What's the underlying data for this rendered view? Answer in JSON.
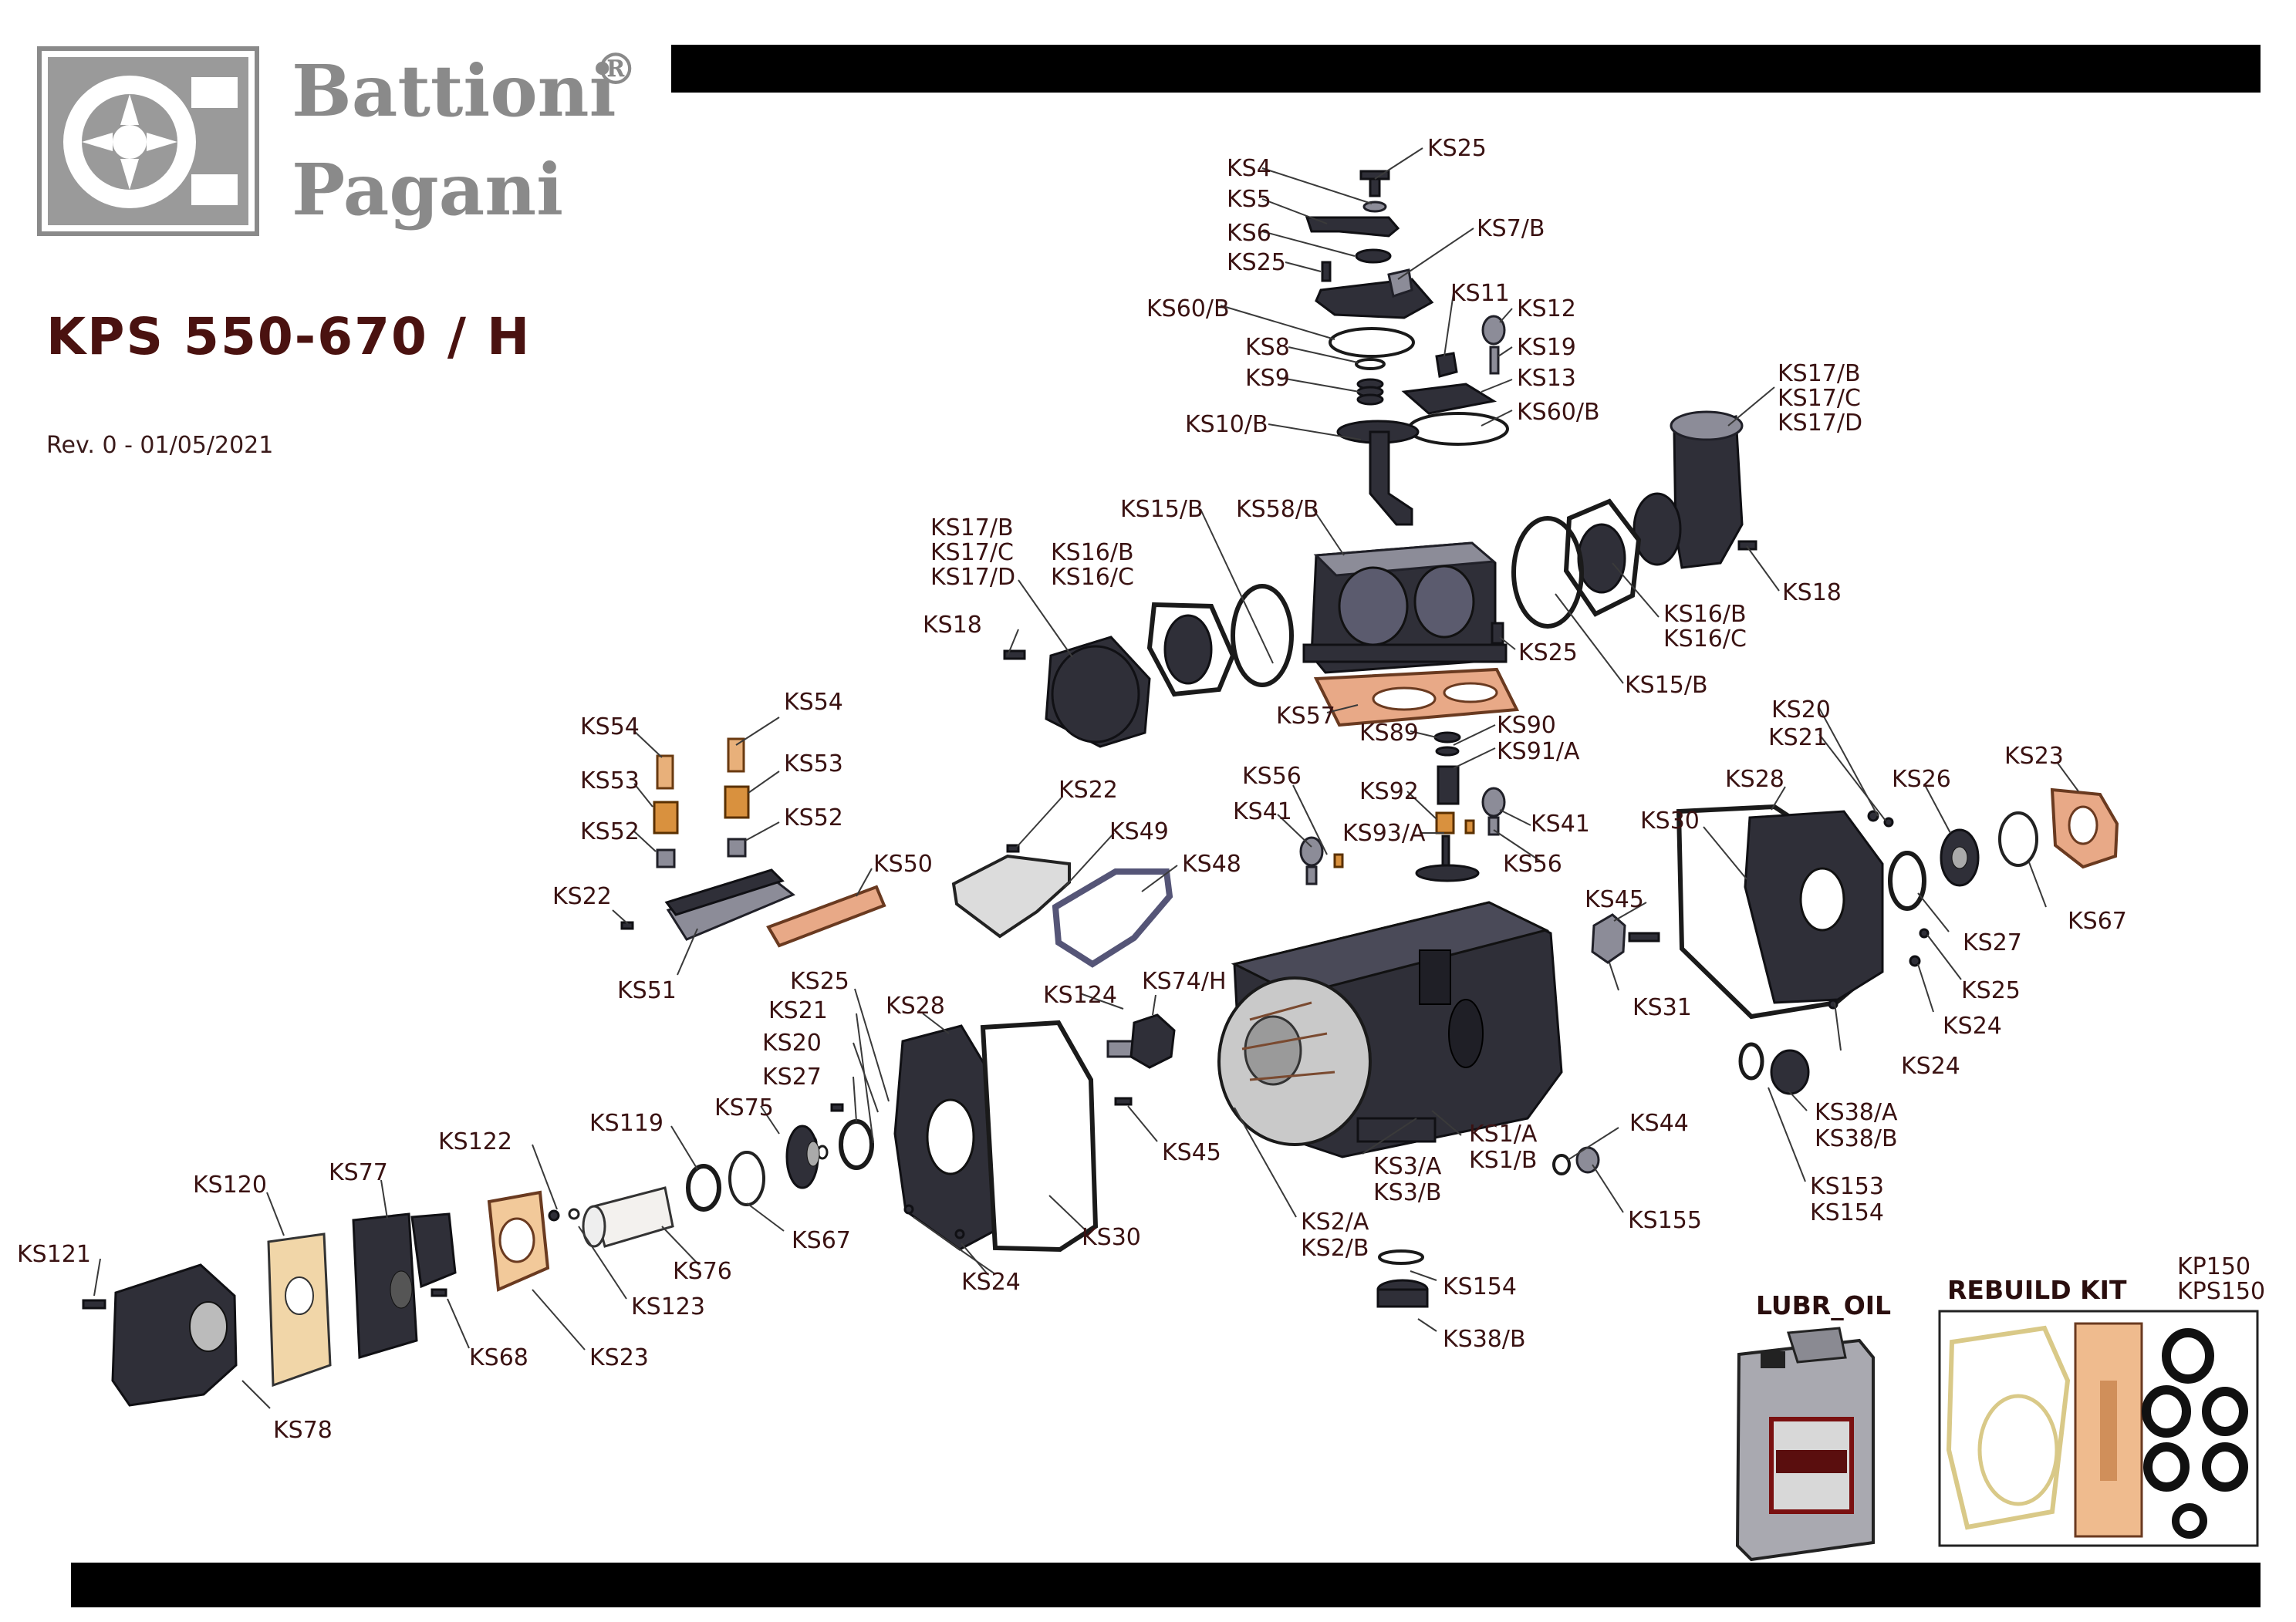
{
  "brand": {
    "line1": "Battioni",
    "line2": "Pagani",
    "registered": "®"
  },
  "document": {
    "title": "KPS 550-670 / H",
    "revision": "Rev. 0 - 01/05/2021"
  },
  "kits": {
    "lubr_oil": "LUBR_OIL",
    "rebuild_kit": "REBUILD KIT",
    "kit_code_1": "KP150",
    "kit_code_2": "KPS150"
  },
  "callouts": [
    {
      "id": "c1",
      "text": "KS25"
    },
    {
      "id": "c2",
      "text": "KS4"
    },
    {
      "id": "c3",
      "text": "KS5"
    },
    {
      "id": "c4",
      "text": "KS7/B"
    },
    {
      "id": "c5",
      "text": "KS6"
    },
    {
      "id": "c6",
      "text": "KS25"
    },
    {
      "id": "c7",
      "text": "KS11"
    },
    {
      "id": "c8",
      "text": "KS12"
    },
    {
      "id": "c9",
      "text": "KS60/B"
    },
    {
      "id": "c10",
      "text": "KS8"
    },
    {
      "id": "c11",
      "text": "KS19"
    },
    {
      "id": "c12",
      "text": "KS9"
    },
    {
      "id": "c13",
      "text": "KS13"
    },
    {
      "id": "c14",
      "text": "KS60/B"
    },
    {
      "id": "c15",
      "text": "KS10/B"
    },
    {
      "id": "c16",
      "text": "KS17/B"
    },
    {
      "id": "c17",
      "text": "KS17/C"
    },
    {
      "id": "c18",
      "text": "KS17/D"
    },
    {
      "id": "c19",
      "text": "KS18"
    },
    {
      "id": "c20",
      "text": "KS15/B"
    },
    {
      "id": "c21",
      "text": "KS58/B"
    },
    {
      "id": "c22",
      "text": "KS17/B"
    },
    {
      "id": "c23",
      "text": "KS17/C"
    },
    {
      "id": "c24",
      "text": "KS17/D"
    },
    {
      "id": "c25",
      "text": "KS16/B"
    },
    {
      "id": "c26",
      "text": "KS16/C"
    },
    {
      "id": "c27",
      "text": "KS18"
    },
    {
      "id": "c28",
      "text": "KS16/B"
    },
    {
      "id": "c29",
      "text": "KS16/C"
    },
    {
      "id": "c30",
      "text": "KS25"
    },
    {
      "id": "c31",
      "text": "KS15/B"
    },
    {
      "id": "c32",
      "text": "KS57"
    },
    {
      "id": "c33",
      "text": "KS89"
    },
    {
      "id": "c34",
      "text": "KS90"
    },
    {
      "id": "c35",
      "text": "KS91/A"
    },
    {
      "id": "c36",
      "text": "KS54"
    },
    {
      "id": "c37",
      "text": "KS54"
    },
    {
      "id": "c38",
      "text": "KS53"
    },
    {
      "id": "c39",
      "text": "KS53"
    },
    {
      "id": "c40",
      "text": "KS52"
    },
    {
      "id": "c41",
      "text": "KS52"
    },
    {
      "id": "c42",
      "text": "KS56"
    },
    {
      "id": "c43",
      "text": "KS92"
    },
    {
      "id": "c44",
      "text": "KS41"
    },
    {
      "id": "c45",
      "text": "KS41"
    },
    {
      "id": "c46",
      "text": "KS93/A"
    },
    {
      "id": "c47",
      "text": "KS56"
    },
    {
      "id": "c48",
      "text": "KS22"
    },
    {
      "id": "c49",
      "text": "KS49"
    },
    {
      "id": "c50",
      "text": "KS48"
    },
    {
      "id": "c51",
      "text": "KS50"
    },
    {
      "id": "c52",
      "text": "KS22"
    },
    {
      "id": "c53",
      "text": "KS51"
    },
    {
      "id": "c54",
      "text": "KS20"
    },
    {
      "id": "c55",
      "text": "KS21"
    },
    {
      "id": "c56",
      "text": "KS23"
    },
    {
      "id": "c57",
      "text": "KS28"
    },
    {
      "id": "c58",
      "text": "KS26"
    },
    {
      "id": "c59",
      "text": "KS30"
    },
    {
      "id": "c60",
      "text": "KS45"
    },
    {
      "id": "c61",
      "text": "KS27"
    },
    {
      "id": "c62",
      "text": "KS67"
    },
    {
      "id": "c63",
      "text": "KS24"
    },
    {
      "id": "c64",
      "text": "KS31"
    },
    {
      "id": "c65",
      "text": "KS25"
    },
    {
      "id": "c66",
      "text": "KS24"
    },
    {
      "id": "c67",
      "text": "KS25"
    },
    {
      "id": "c68",
      "text": "KS21"
    },
    {
      "id": "c69",
      "text": "KS28"
    },
    {
      "id": "c70",
      "text": "KS124"
    },
    {
      "id": "c71",
      "text": "KS74/H"
    },
    {
      "id": "c72",
      "text": "KS20"
    },
    {
      "id": "c73",
      "text": "KS27"
    },
    {
      "id": "c74",
      "text": "KS75"
    },
    {
      "id": "c75",
      "text": "KS119"
    },
    {
      "id": "c76",
      "text": "KS45"
    },
    {
      "id": "c77",
      "text": "KS3/A"
    },
    {
      "id": "c78",
      "text": "KS3/B"
    },
    {
      "id": "c79",
      "text": "KS1/A"
    },
    {
      "id": "c80",
      "text": "KS1/B"
    },
    {
      "id": "c81",
      "text": "KS38/A"
    },
    {
      "id": "c82",
      "text": "KS38/B"
    },
    {
      "id": "c83",
      "text": "KS44"
    },
    {
      "id": "c84",
      "text": "KS122"
    },
    {
      "id": "c85",
      "text": "KS120"
    },
    {
      "id": "c86",
      "text": "KS77"
    },
    {
      "id": "c87",
      "text": "KS121"
    },
    {
      "id": "c88",
      "text": "KS67"
    },
    {
      "id": "c89",
      "text": "KS76"
    },
    {
      "id": "c90",
      "text": "KS30"
    },
    {
      "id": "c91",
      "text": "KS24"
    },
    {
      "id": "c92",
      "text": "KS2/A"
    },
    {
      "id": "c93",
      "text": "KS2/B"
    },
    {
      "id": "c94",
      "text": "KS153"
    },
    {
      "id": "c95",
      "text": "KS154"
    },
    {
      "id": "c96",
      "text": "KS155"
    },
    {
      "id": "c97",
      "text": "KS154"
    },
    {
      "id": "c98",
      "text": "KS38/B"
    },
    {
      "id": "c99",
      "text": "KS123"
    },
    {
      "id": "c100",
      "text": "KS68"
    },
    {
      "id": "c101",
      "text": "KS23"
    },
    {
      "id": "c102",
      "text": "KS78"
    }
  ]
}
